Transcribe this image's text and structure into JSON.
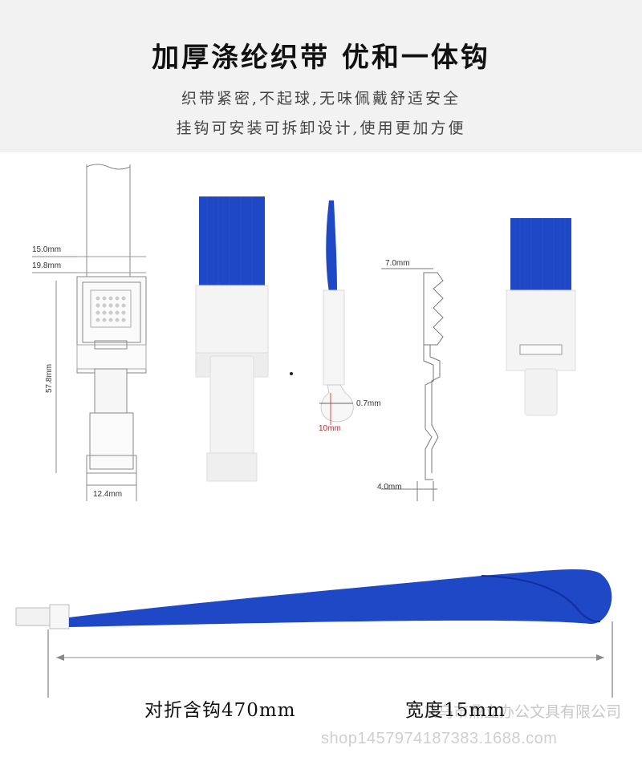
{
  "header": {
    "title": "加厚涤纶织带 优和一体钩",
    "subtitle_line1": "织带紧密,不起球,无味佩戴舒适安全",
    "subtitle_line2": "挂钩可安装可拆卸设计,使用更加方便"
  },
  "dimensions": {
    "width_outer": "15.0mm",
    "width_clip": "19.8mm",
    "height_clip": "57.8mm",
    "width_bottom": "12.4mm",
    "hook_thickness": "0.7mm",
    "hook_diameter": "10mm",
    "profile_top": "7.0mm",
    "profile_bottom": "4.0mm"
  },
  "colors": {
    "strap_blue": "#1f48c6",
    "clip_white": "#f4f4f4",
    "dim_red": "#d21f1f"
  },
  "footer": {
    "length_label": "对折含钩470mm",
    "width_label": "宽度15mm",
    "watermark_company": "义乌市鼎立办公文具有限公司",
    "watermark_url": "shop1457974187383.1688.com"
  }
}
